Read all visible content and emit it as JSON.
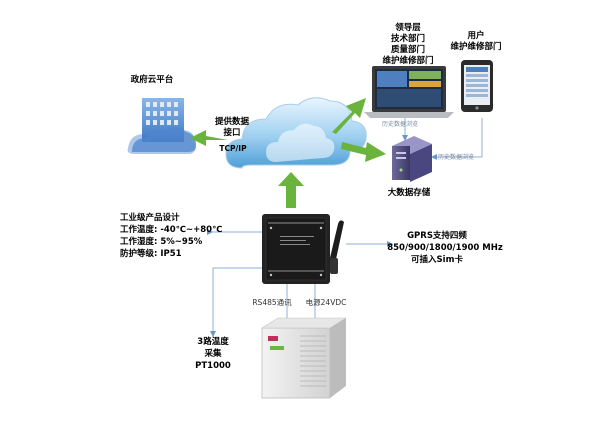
{
  "diagram": {
    "gov_cloud": {
      "label": "政府云平台"
    },
    "cloud_link": {
      "line1": "提供数据",
      "line2": "接口",
      "protocol": "TCP/IP"
    },
    "leaders": {
      "lines": [
        "领导层",
        "技术部门",
        "质量部门",
        "维护维修部门"
      ]
    },
    "users": {
      "lines": [
        "用户",
        "维护维修部门"
      ]
    },
    "history_link_laptop": "历史数据浏览",
    "history_link_phone": "历史数据浏览",
    "storage": {
      "label": "大数据存储"
    },
    "spec": {
      "title": "工业级产品设计",
      "temp": "工作温度: -40℃~+80℃",
      "humidity": "工作湿度: 5%~95%",
      "protection": "防护等级: IP51"
    },
    "gprs": {
      "line1": "GPRS支持四频",
      "line2": "850/900/1800/1900 MHz",
      "line3": "可插入Sim卡"
    },
    "rs485_label": "RS485通讯",
    "power_label": "电源24VDC",
    "temp_sensor": {
      "line1": "3路温度",
      "line2": "采集",
      "line3": "PT1000"
    }
  }
}
